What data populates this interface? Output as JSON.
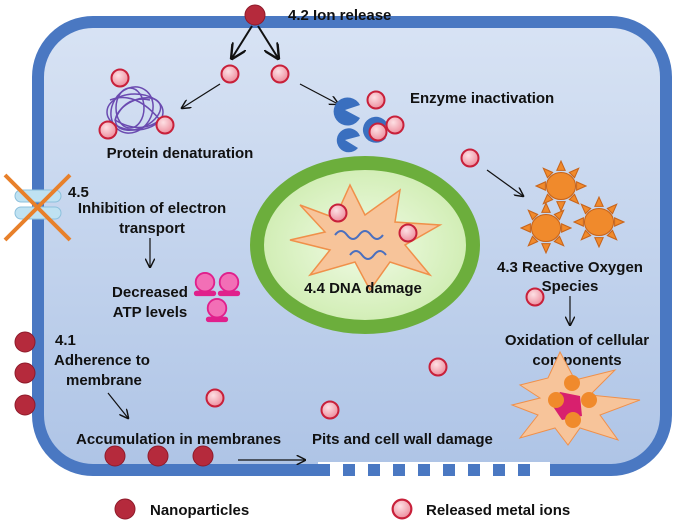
{
  "labels": {
    "ion_release": "4.2 Ion release",
    "enzyme": "Enzyme inactivation",
    "protein": "Protein denaturation",
    "etc_num": "4.5",
    "etc_line1": "Inhibition of electron",
    "etc_line2": "transport",
    "atp_line1": "Decreased",
    "atp_line2": "ATP levels",
    "dna": "4.4 DNA damage",
    "ros_line1": "4.3 Reactive Oxygen",
    "ros_line2": "Species",
    "ox_line1": "Oxidation of cellular",
    "ox_line2": "components",
    "adh_num": "4.1",
    "adh_line1": "Adherence to",
    "adh_line2": "membrane",
    "accum": "Accumulation  in membranes",
    "pits": "Pits and cell wall damage"
  },
  "legend": {
    "nanoparticles": "Nanoparticles",
    "ions": "Released metal ions"
  },
  "colors": {
    "membrane": "#4a78c2",
    "cytoplasm": "#c3d4ee",
    "nanoparticle": "#b52a3c",
    "ion": "#f29aa8",
    "nucleus_ring": "#6cae3c",
    "ros": "#f08a2c"
  }
}
